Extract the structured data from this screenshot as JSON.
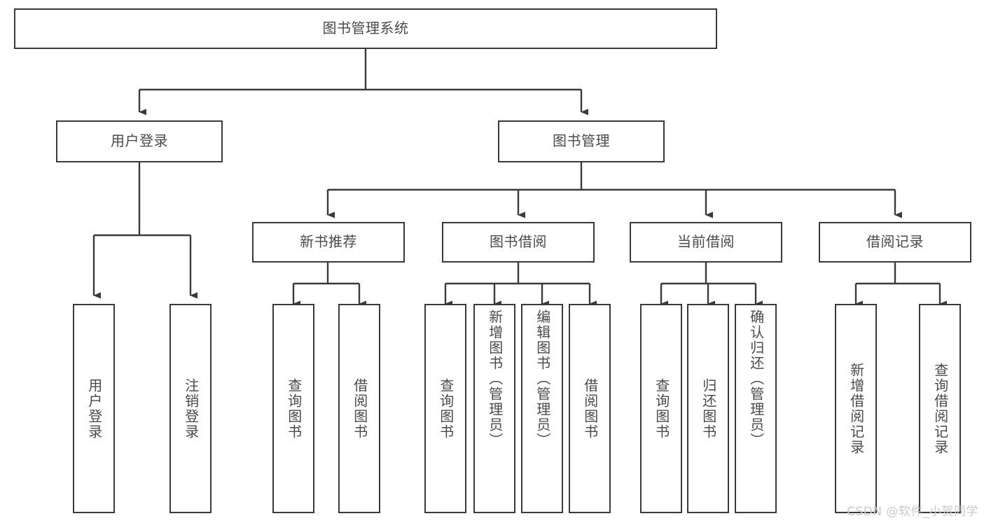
{
  "diagram": {
    "type": "hierarchy-tree",
    "title": "图书管理系统",
    "stroke_color": "#3a3a3a",
    "text_color": "#4a4a4a",
    "background": "#ffffff",
    "root": {
      "label": "图书管理系统"
    },
    "level1": [
      {
        "label": "用户登录"
      },
      {
        "label": "图书管理"
      }
    ],
    "level2": [
      {
        "label": "新书推荐"
      },
      {
        "label": "图书借阅"
      },
      {
        "label": "当前借阅"
      },
      {
        "label": "借阅记录"
      }
    ],
    "leaves": {
      "user_login": [
        {
          "label": "用户登录"
        },
        {
          "label": "注销登录"
        }
      ],
      "new_book_recommend": [
        {
          "label": "查询图书"
        },
        {
          "label": "借阅图书"
        }
      ],
      "book_borrow": [
        {
          "label": "查询图书"
        },
        {
          "label": "新增图书（管理员）"
        },
        {
          "label": "编辑图书（管理员）"
        },
        {
          "label": "借阅图书"
        }
      ],
      "current_borrow": [
        {
          "label": "查询图书"
        },
        {
          "label": "归还图书"
        },
        {
          "label": "确认归还（管理员）"
        }
      ],
      "borrow_record": [
        {
          "label": "新增借阅记录"
        },
        {
          "label": "查询借阅记录"
        }
      ]
    }
  },
  "watermark": {
    "text": "CSDN @软件_小贺同学"
  }
}
